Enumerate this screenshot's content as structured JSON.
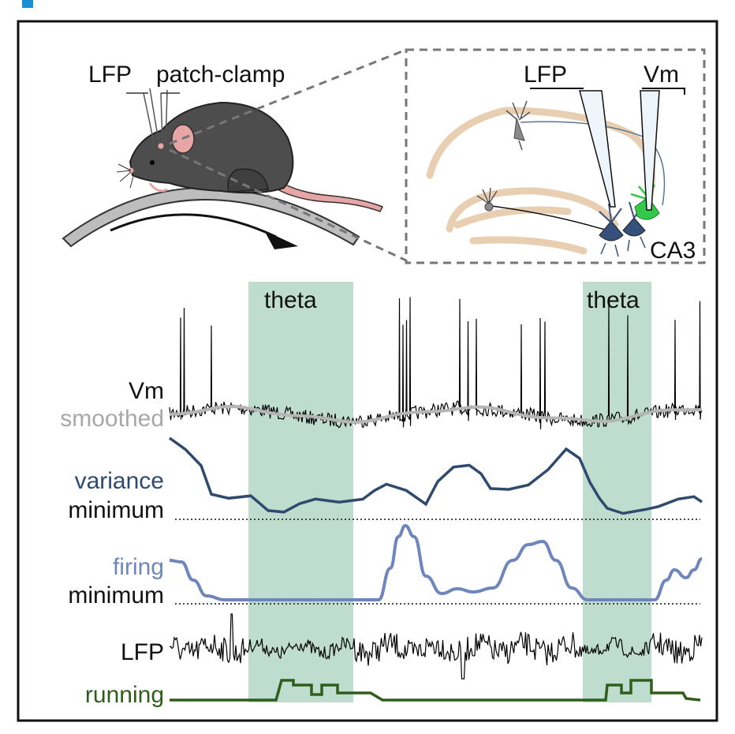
{
  "top_labels": {
    "lfp": "LFP",
    "patch_clamp": "patch-clamp"
  },
  "inset_labels": {
    "lfp": "LFP",
    "vm": "Vm",
    "region": "CA3"
  },
  "band_labels": [
    "theta",
    "theta"
  ],
  "trace_labels": {
    "vm": "Vm",
    "smoothed": "smoothed",
    "variance": "variance",
    "variance_min": "minimum",
    "firing": "firing",
    "firing_min": "minimum",
    "lfp": "LFP",
    "running": "running"
  },
  "colors": {
    "accent_blue": "#1b8fd0",
    "frame": "#111111",
    "theta_band": "#b7d9c9",
    "vm_trace": "#000000",
    "smoothed": "#b5b5b5",
    "variance": "#2f4a6e",
    "firing": "#6f86bd",
    "running": "#2f5e1c",
    "mouse_body": "#4d4d4d",
    "mouse_pink": "#e8a5a5",
    "treadmill": "#bdbdbd",
    "pyramidal_layer": "#e9cfb2",
    "labelled_cell": "#33c94a",
    "dark_cells": "#35507a"
  },
  "icons": [
    "mouse-illustration",
    "treadmill-arrow-icon",
    "hippocampus-inset",
    "electrode-icon",
    "pyramidal-neuron-icon"
  ]
}
